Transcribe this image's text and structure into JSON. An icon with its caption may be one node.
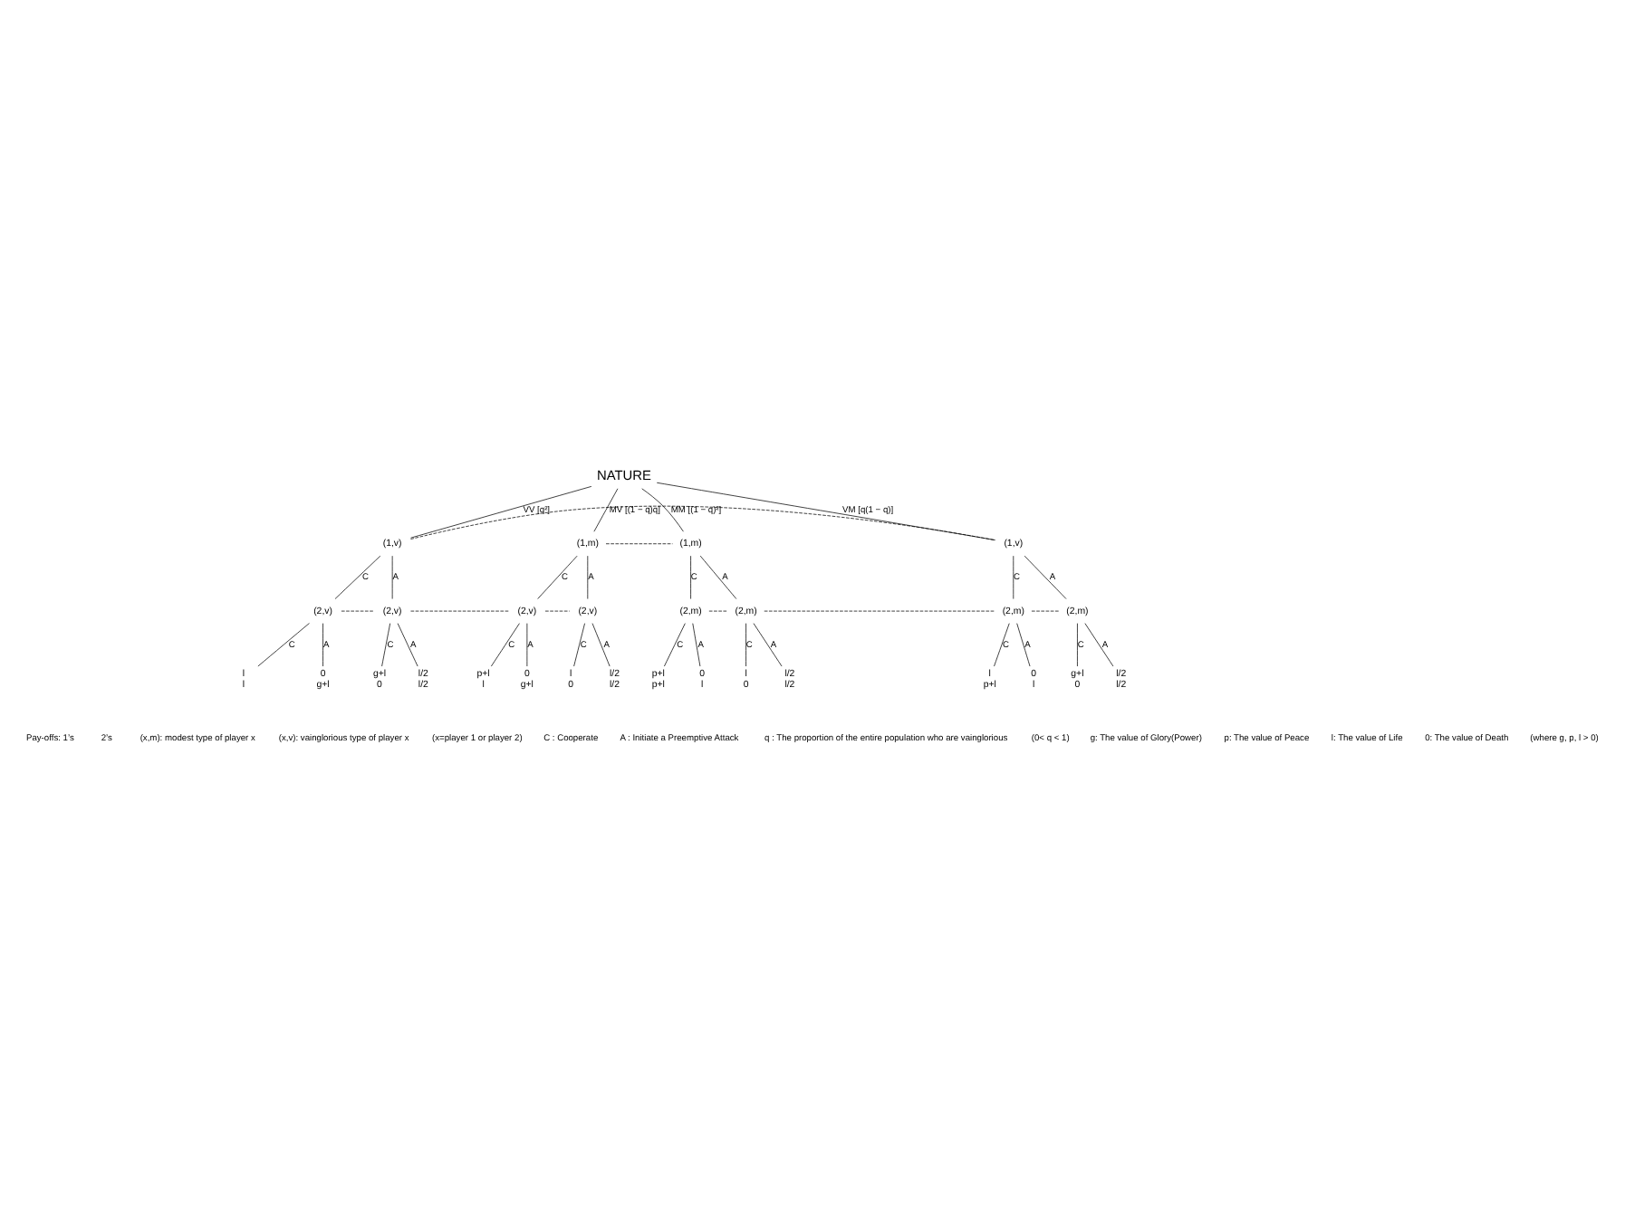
{
  "diagram": {
    "nodes": [
      {
        "text": [
          "NATURE"
        ]
      },
      {
        "text": [
          "(1,v)"
        ]
      },
      {
        "text": [
          "(1,m)"
        ]
      },
      {
        "text": [
          "(1,m)"
        ]
      },
      {
        "text": [
          "(1,v)"
        ]
      },
      {
        "text": [
          "(2,v)"
        ]
      },
      {
        "text": [
          "(2,v)"
        ]
      },
      {
        "text": [
          "(2,v)"
        ]
      },
      {
        "text": [
          "(2,v)"
        ]
      },
      {
        "text": [
          "(2,m)"
        ]
      },
      {
        "text": [
          "(2,m)"
        ]
      },
      {
        "text": [
          "(2,m)"
        ]
      },
      {
        "text": [
          "(2,m)"
        ]
      },
      {
        "text": [
          "l",
          "l"
        ]
      },
      {
        "text": [
          "0",
          "g+l"
        ]
      },
      {
        "text": [
          "g+l",
          "0"
        ]
      },
      {
        "text": [
          "l/2",
          "l/2"
        ]
      },
      {
        "text": [
          "p+l",
          "l"
        ]
      },
      {
        "text": [
          "0",
          "g+l"
        ]
      },
      {
        "text": [
          "l",
          "0"
        ]
      },
      {
        "text": [
          "l/2",
          "l/2"
        ]
      },
      {
        "text": [
          "p+l",
          "p+l"
        ]
      },
      {
        "text": [
          "0",
          "l"
        ]
      },
      {
        "text": [
          "l",
          "0"
        ]
      },
      {
        "text": [
          "l/2",
          "l/2"
        ]
      },
      {
        "text": [
          "l",
          "p+l"
        ]
      },
      {
        "text": [
          "0",
          "l"
        ]
      },
      {
        "text": [
          "g+l",
          "0"
        ]
      },
      {
        "text": [
          "l/2",
          "l/2"
        ]
      }
    ],
    "edges": [
      {
        "from": 0,
        "to": 1,
        "arrow": "none",
        "label": "VV [q²]"
      },
      {
        "from": 0,
        "to": 2,
        "arrow": "none",
        "label": "MV [(1 − q)q]"
      },
      {
        "from": 0,
        "to": 3,
        "arrow": "none",
        "label": "MM [(1 − q)²]"
      },
      {
        "from": 0,
        "to": 4,
        "arrow": "none",
        "label": "VM [q(1 − q)]"
      },
      {
        "from": 1,
        "to": 4,
        "arrow": "none",
        "style": "dashed"
      },
      {
        "from": 2,
        "to": 3,
        "arrow": "none",
        "style": "dashed"
      },
      {
        "from": 1,
        "to": 5,
        "arrow": "none",
        "label": "C"
      },
      {
        "from": 1,
        "to": 6,
        "arrow": "none",
        "label": "A"
      },
      {
        "from": 2,
        "to": 7,
        "arrow": "none",
        "label": "C"
      },
      {
        "from": 2,
        "to": 8,
        "arrow": "none",
        "label": "A"
      },
      {
        "from": 3,
        "to": 9,
        "arrow": "none",
        "label": "C"
      },
      {
        "from": 3,
        "to": 10,
        "arrow": "none",
        "label": "A"
      },
      {
        "from": 4,
        "to": 11,
        "arrow": "none",
        "label": "C"
      },
      {
        "from": 4,
        "to": 12,
        "arrow": "none",
        "label": "A"
      },
      {
        "from": 5,
        "to": 6,
        "arrow": "none",
        "style": "dashed"
      },
      {
        "from": 6,
        "to": 7,
        "arrow": "none",
        "style": "dashed"
      },
      {
        "from": 7,
        "to": 8,
        "arrow": "none",
        "style": "dashed"
      },
      {
        "from": 9,
        "to": 10,
        "arrow": "none",
        "style": "dashed"
      },
      {
        "from": 10,
        "to": 11,
        "arrow": "none",
        "style": "dashed"
      },
      {
        "from": 11,
        "to": 12,
        "arrow": "none",
        "style": "dashed"
      },
      {
        "from": 5,
        "to": 13,
        "arrow": "none",
        "label": "C"
      },
      {
        "from": 5,
        "to": 14,
        "arrow": "none",
        "label": "A"
      },
      {
        "from": 6,
        "to": 15,
        "arrow": "none",
        "label": "C"
      },
      {
        "from": 6,
        "to": 16,
        "arrow": "none",
        "label": "A"
      },
      {
        "from": 7,
        "to": 17,
        "arrow": "none",
        "label": "C"
      },
      {
        "from": 7,
        "to": 18,
        "arrow": "none",
        "label": "A"
      },
      {
        "from": 8,
        "to": 19,
        "arrow": "none",
        "label": "C"
      },
      {
        "from": 8,
        "to": 20,
        "arrow": "none",
        "label": "A"
      },
      {
        "from": 9,
        "to": 21,
        "arrow": "none",
        "label": "C"
      },
      {
        "from": 9,
        "to": 22,
        "arrow": "none",
        "label": "A"
      },
      {
        "from": 10,
        "to": 23,
        "arrow": "none",
        "label": "C"
      },
      {
        "from": 10,
        "to": 24,
        "arrow": "none",
        "label": "A"
      },
      {
        "from": 11,
        "to": 25,
        "arrow": "none",
        "label": "C"
      },
      {
        "from": 11,
        "to": 26,
        "arrow": "none",
        "label": "A"
      },
      {
        "from": 12,
        "to": 27,
        "arrow": "none",
        "label": "C"
      },
      {
        "from": 12,
        "to": 28,
        "arrow": "none",
        "label": "A"
      }
    ],
    "labels": [
      "Pay-offs: 1’s",
      "2’s",
      "(x,m): modest type of player x",
      "(x,v): vainglorious type of player x",
      "(x=player 1 or player 2)",
      "C : Cooperate",
      "A : Initiate a Preemptive Attack",
      "q : The proportion of the entire population who are vainglorious",
      "(0< q < 1)",
      "g: The value of Glory(Power)",
      "p: The value of Peace",
      "l: The value of Life",
      "0: The value of Death",
      "(where g, p, l > 0)"
    ]
  }
}
